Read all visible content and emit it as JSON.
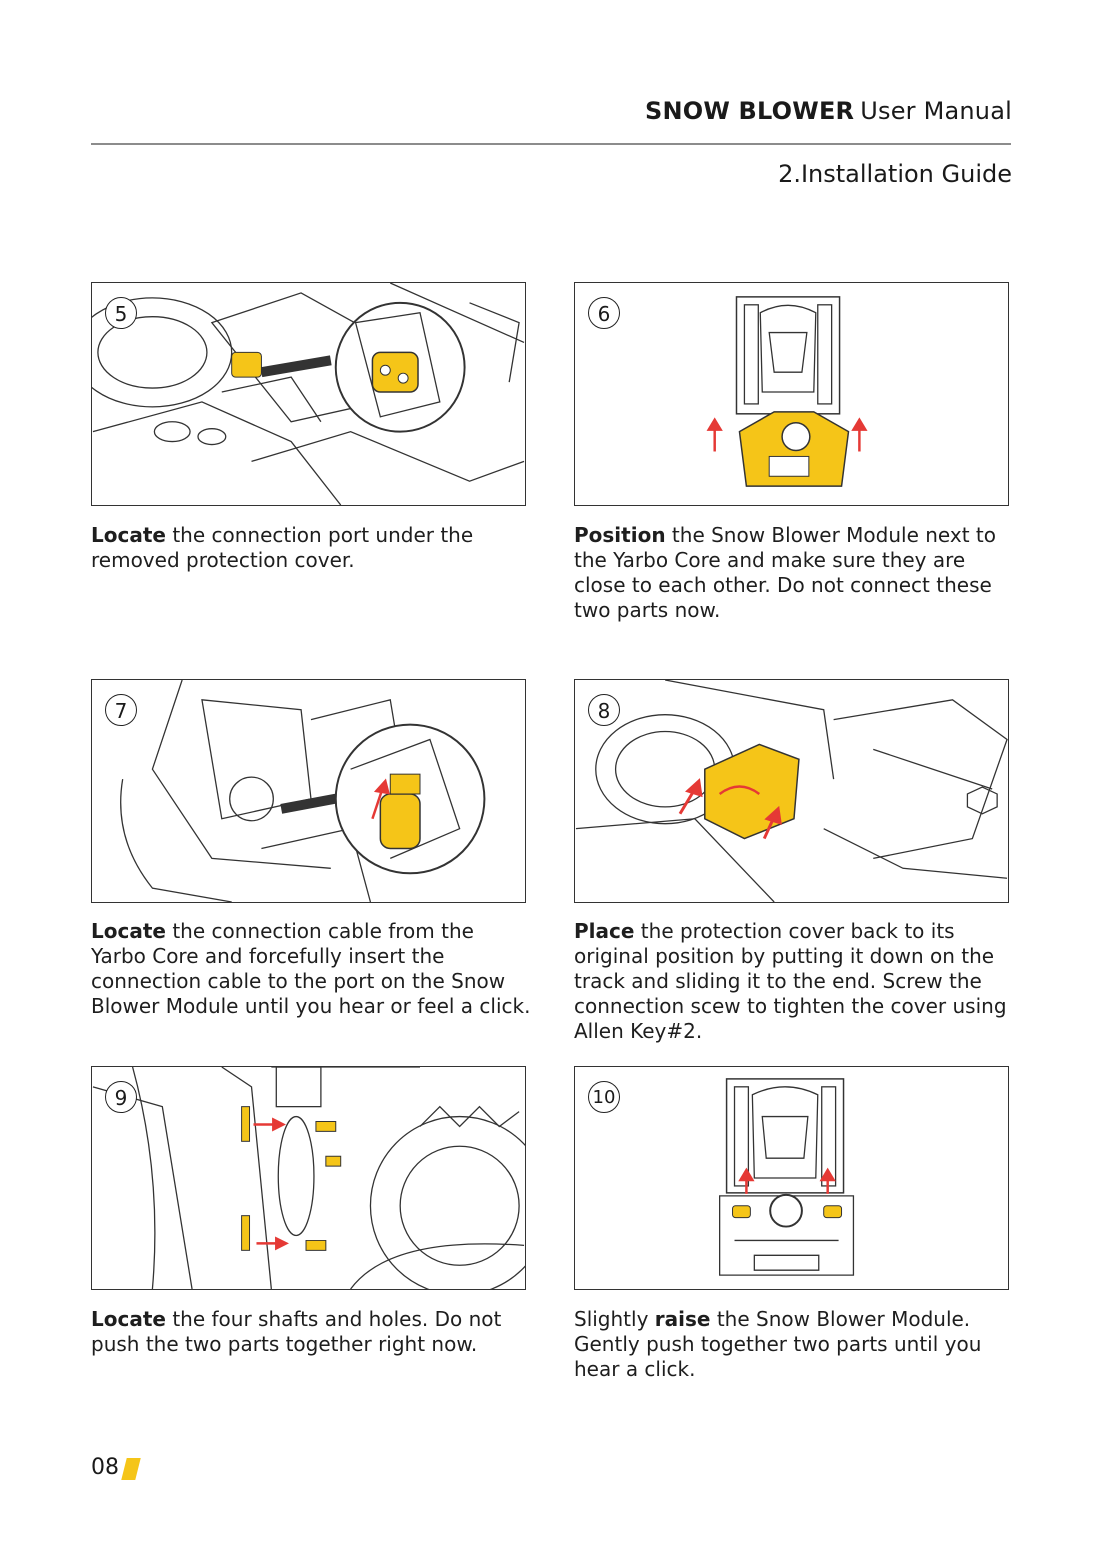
{
  "header": {
    "product": "SNOW BLOWER",
    "title": "User Manual",
    "section": "2.Installation Guide"
  },
  "steps": [
    {
      "num": "5",
      "bold": "Locate",
      "text": " the connection port under the removed protection cover.",
      "bold_pos": "start"
    },
    {
      "num": "6",
      "bold": "Position",
      "text": " the Snow Blower Module next to the Yarbo Core and make sure they are close to each other. Do not connect these two parts now.",
      "bold_pos": "start"
    },
    {
      "num": "7",
      "bold": "Locate",
      "text": " the connection cable from the Yarbo Core and forcefully insert the connection cable to the port on the Snow Blower Module until you hear or feel a click.",
      "bold_pos": "start"
    },
    {
      "num": "8",
      "bold": "Place",
      "text": " the protection cover back to its original position by putting it down on the track and sliding it to the end. Screw the connection scew to tighten the cover using Allen Key#2.",
      "bold_pos": "start"
    },
    {
      "num": "9",
      "bold": "Locate",
      "text": " the four shafts and holes. Do not push the two parts together right now.",
      "bold_pos": "start"
    },
    {
      "num": "10",
      "pre": "Slightly ",
      "bold": "raise",
      "text": " the Snow Blower Module. Gently push together two parts until you hear a click.",
      "bold_pos": "middle"
    }
  ],
  "footer": {
    "page": "08"
  },
  "colors": {
    "accent": "#f5c518",
    "arrow": "#e53935",
    "line": "#333333"
  }
}
